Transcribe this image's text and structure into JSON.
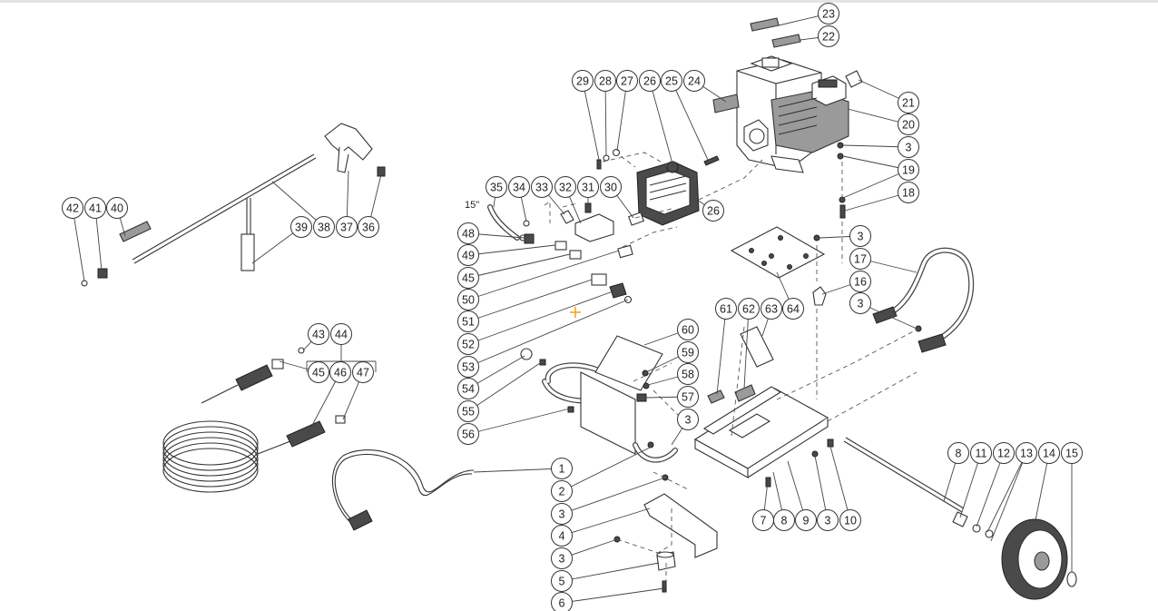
{
  "callouts": [
    {
      "id": "1"
    },
    {
      "id": "2"
    },
    {
      "id": "3"
    },
    {
      "id": "4"
    },
    {
      "id": "5"
    },
    {
      "id": "6"
    },
    {
      "id": "7"
    },
    {
      "id": "8"
    },
    {
      "id": "9"
    },
    {
      "id": "10"
    },
    {
      "id": "11"
    },
    {
      "id": "12"
    },
    {
      "id": "13"
    },
    {
      "id": "14"
    },
    {
      "id": "15"
    },
    {
      "id": "16"
    },
    {
      "id": "17"
    },
    {
      "id": "18"
    },
    {
      "id": "19"
    },
    {
      "id": "20"
    },
    {
      "id": "21"
    },
    {
      "id": "22"
    },
    {
      "id": "23"
    },
    {
      "id": "24"
    },
    {
      "id": "25"
    },
    {
      "id": "26"
    },
    {
      "id": "27"
    },
    {
      "id": "28"
    },
    {
      "id": "29"
    },
    {
      "id": "30"
    },
    {
      "id": "31"
    },
    {
      "id": "32"
    },
    {
      "id": "33"
    },
    {
      "id": "34"
    },
    {
      "id": "35"
    },
    {
      "id": "36"
    },
    {
      "id": "37"
    },
    {
      "id": "38"
    },
    {
      "id": "39"
    },
    {
      "id": "40"
    },
    {
      "id": "41"
    },
    {
      "id": "42"
    },
    {
      "id": "43"
    },
    {
      "id": "44"
    },
    {
      "id": "45"
    },
    {
      "id": "46"
    },
    {
      "id": "47"
    },
    {
      "id": "48"
    },
    {
      "id": "49"
    },
    {
      "id": "50"
    },
    {
      "id": "51"
    },
    {
      "id": "52"
    },
    {
      "id": "53"
    },
    {
      "id": "54"
    },
    {
      "id": "55"
    },
    {
      "id": "56"
    },
    {
      "id": "57"
    },
    {
      "id": "58"
    },
    {
      "id": "59"
    },
    {
      "id": "60"
    },
    {
      "id": "61"
    },
    {
      "id": "62"
    },
    {
      "id": "63"
    },
    {
      "id": "64"
    }
  ],
  "hose_length_label": "15\"",
  "colors": {
    "line": "#333333",
    "cursor": "#f5a623",
    "background": "#ffffff"
  }
}
